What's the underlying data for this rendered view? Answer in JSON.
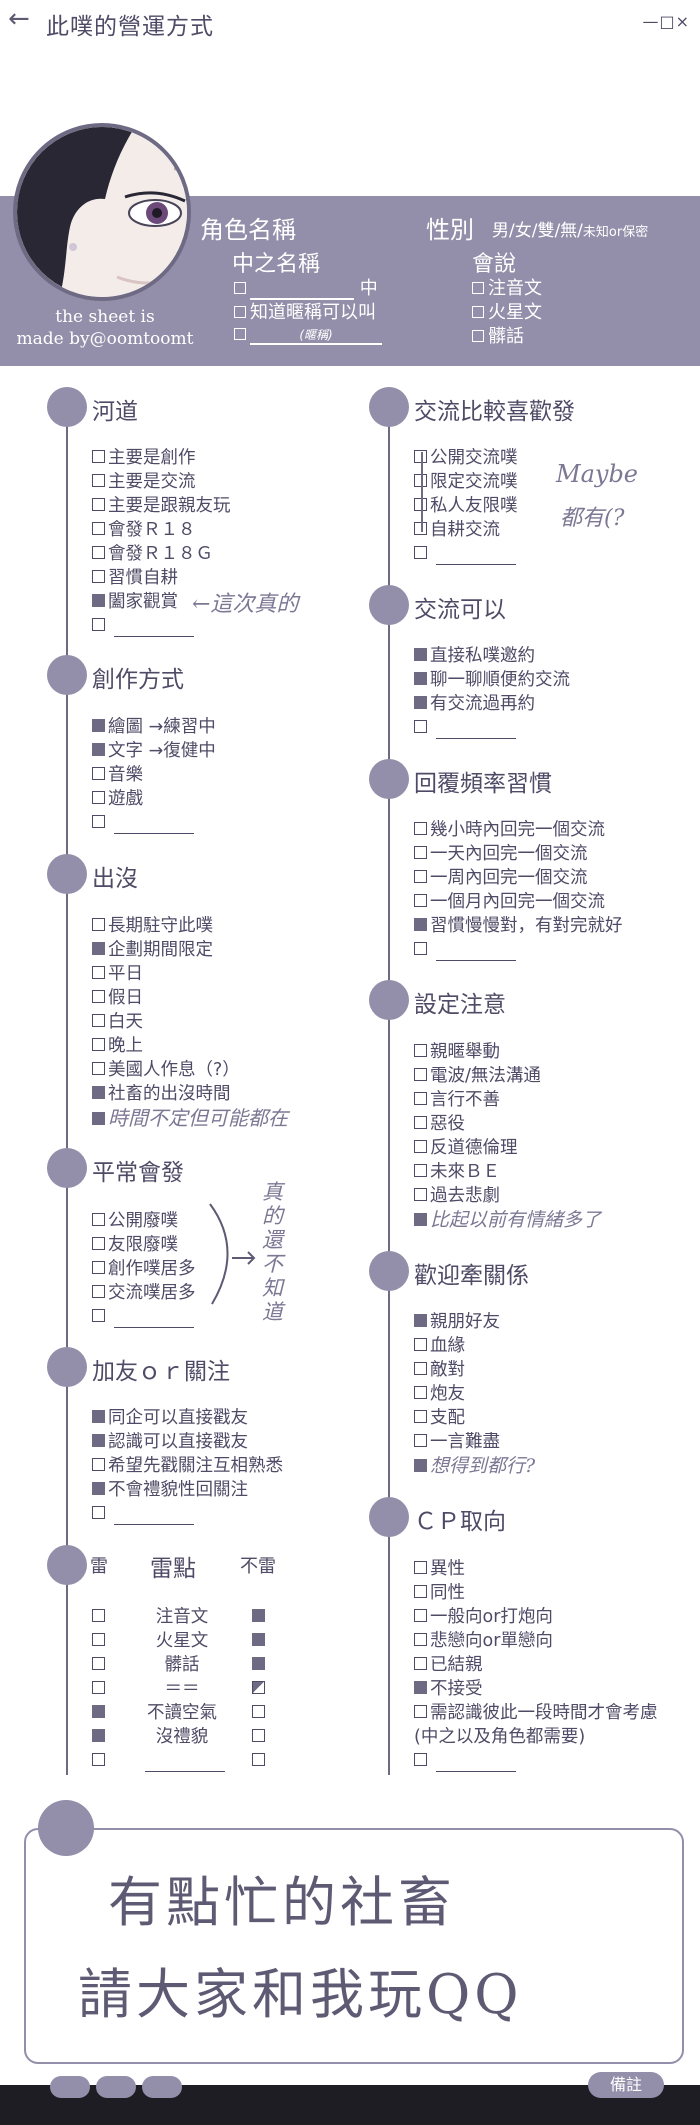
{
  "header": {
    "back_icon": "←",
    "title": "此噗的營運方式",
    "window_controls": "—□×"
  },
  "profile": {
    "role_name_label": "角色名稱",
    "gender_label": "性別",
    "gender_options": "男/女/雙/無/",
    "gender_other": "未知or保密",
    "chinese_name_label": "中之名稱",
    "chinese_name_suffix": "中",
    "know_nickname": "知道暱稱可以叫",
    "nickname_hint": "(暱稱)",
    "languages_label": "會說",
    "languages": [
      "注音文",
      "火星文",
      "髒話"
    ],
    "credit_line1": "the sheet is",
    "credit_line2": "made by@oomtoomt"
  },
  "sections": {
    "river": {
      "title": "河道",
      "items": [
        "主要是創作",
        "主要是交流",
        "主要是跟親友玩",
        "會發Ｒ１８",
        "會發Ｒ１８Ｇ",
        "習慣自耕",
        "闔家觀賞"
      ],
      "note": "←這次真的"
    },
    "creation": {
      "title": "創作方式",
      "items": [
        {
          "label": "繪圖",
          "extra": "→練習中"
        },
        {
          "label": "文字",
          "extra": "→復健中"
        },
        {
          "label": "音樂",
          "extra": ""
        },
        {
          "label": "遊戲",
          "extra": ""
        }
      ]
    },
    "appear": {
      "title": "出沒",
      "items": [
        "長期駐守此噗",
        "企劃期間限定",
        "平日",
        "假日",
        "白天",
        "晚上",
        "美國人作息（?）",
        "社畜的出沒時間"
      ],
      "note": "時間不定但可能都在"
    },
    "usual": {
      "title": "平常會發",
      "items": [
        "公開廢噗",
        "友限廢噗",
        "創作噗居多",
        "交流噗居多"
      ],
      "note": "真的還不知道"
    },
    "friend": {
      "title": "加友ｏｒ關注",
      "items": [
        "同企可以直接戳友",
        "認識可以直接戳友",
        "希望先戳關注互相熟悉",
        "不會禮貌性回關注"
      ]
    },
    "mine": {
      "title": "雷點",
      "mine_label": "雷",
      "safe_label": "不雷",
      "rows": [
        "注音文",
        "火星文",
        "髒話",
        "＝＝",
        "不讀空氣",
        "沒禮貌"
      ]
    },
    "exchange_pref": {
      "title": "交流比較喜歡發",
      "items": [
        "公開交流噗",
        "限定交流噗",
        "私人友限噗",
        "自耕交流"
      ],
      "note1": "Maybe",
      "note2": "都有(?"
    },
    "exchange_ok": {
      "title": "交流可以",
      "items": [
        "直接私噗邀約",
        "聊一聊順便約交流",
        "有交流過再約"
      ]
    },
    "reply": {
      "title": "回覆頻率習慣",
      "items": [
        "幾小時內回完一個交流",
        "一天內回完一個交流",
        "一周內回完一個交流",
        "一個月內回完一個交流",
        "習慣慢慢對，有對完就好"
      ]
    },
    "setting": {
      "title": "設定注意",
      "items": [
        "親暱舉動",
        "電波/無法溝通",
        "言行不善",
        "惡役",
        "反道德倫理",
        "未來ＢＥ",
        "過去悲劇"
      ],
      "note": "比起以前有情緒多了"
    },
    "welcome": {
      "title": "歡迎牽關係",
      "items": [
        "親朋好友",
        "血緣",
        "敵對",
        "炮友",
        "支配",
        "一言難盡"
      ],
      "note": "想得到都行?"
    },
    "cp": {
      "title": "ＣＰ取向",
      "items": [
        "異性",
        "同性",
        "一般向or打炮向",
        "悲戀向or單戀向",
        "已結親",
        "不接受",
        "需認識彼此一段時間才會考慮",
        "(中之以及角色都需要)"
      ]
    }
  },
  "note": {
    "line1": "有點忙的社畜",
    "line2": "請大家和我玩QQ"
  },
  "footer": {
    "remark_button": "備註"
  }
}
